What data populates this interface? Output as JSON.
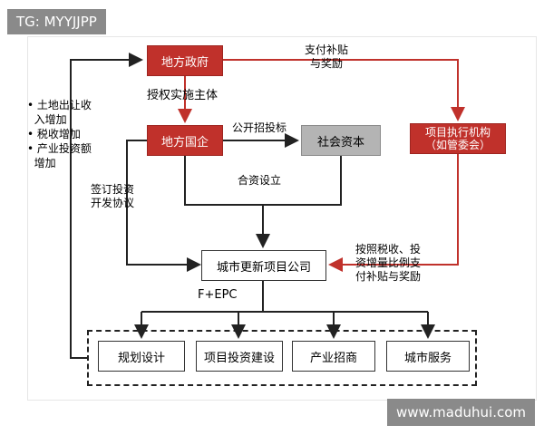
{
  "overlays": {
    "tag": "TG: MYYJJPP",
    "watermark": "www.maduhui.com"
  },
  "nodes": {
    "local_gov": "地方政府",
    "local_soe": "地方国企",
    "social_capital": "社会资本",
    "exec_agency": "项目执行机构\n（如管委会）",
    "urban_company": "城市更新项目公司",
    "planning": "规划设计",
    "investment": "项目投资建设",
    "industry": "产业招商",
    "services": "城市服务"
  },
  "edge_labels": {
    "authorize": "授权实施主体",
    "subsidy": "支付补贴\n与奖励",
    "tender": "公开招投标",
    "jv": "合资设立",
    "agreement": "签订投资\n开发协议",
    "pay_by": "按照税收、投\n资增量比例支\n付补贴与奖励",
    "fepc": "F+EPC",
    "gov_income": "• 土地出让收\n  入增加\n• 税收增加\n• 产业投资额\n  增加"
  },
  "colors": {
    "red": "#c0312b",
    "gray": "#b4b4b4",
    "line": "#222222"
  }
}
